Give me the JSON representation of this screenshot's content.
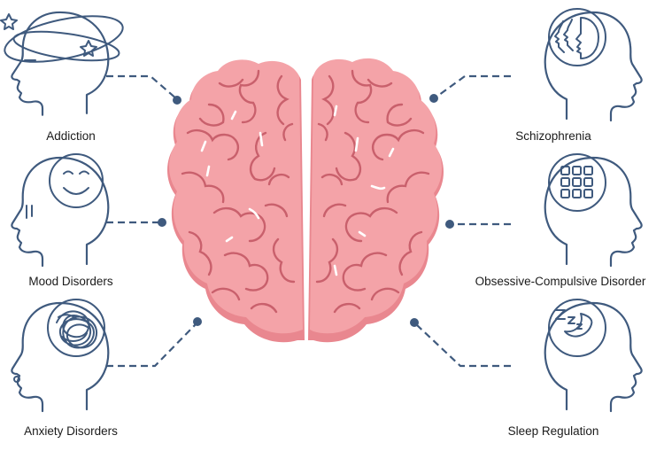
{
  "colors": {
    "line": "#3f5a7e",
    "brain_fill": "#f4a3a8",
    "brain_shade": "#e9878f",
    "brain_fold": "#c9606c",
    "highlight": "#ffffff"
  },
  "conditions": [
    {
      "id": "addiction",
      "label": "Addiction",
      "icon": "dizzy-stars-icon",
      "side": "left"
    },
    {
      "id": "mood",
      "label": "Mood Disorders",
      "icon": "smiley-face-icon",
      "side": "left"
    },
    {
      "id": "anxiety",
      "label": "Anxiety Disorders",
      "icon": "tangled-scribble-icon",
      "side": "left"
    },
    {
      "id": "schizophrenia",
      "label": "Schizophrenia",
      "icon": "multiple-faces-icon",
      "side": "right"
    },
    {
      "id": "ocd",
      "label": "Obsessive-Compulsive Disorder",
      "icon": "grid-squares-icon",
      "side": "right"
    },
    {
      "id": "sleep",
      "label": "Sleep Regulation",
      "icon": "moon-zzz-icon",
      "side": "right"
    }
  ]
}
